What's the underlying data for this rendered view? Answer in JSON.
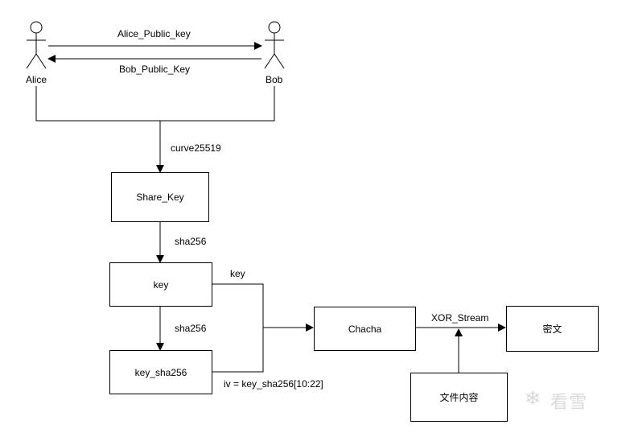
{
  "actors": {
    "alice": "Alice",
    "bob": "Bob"
  },
  "edges": {
    "alice_public_key": "Alice_Public_key",
    "bob_public_key": "Bob_Public_Key",
    "curve": "curve25519",
    "sha256_first": "sha256",
    "sha256_second": "sha256",
    "key_to_chacha": "key",
    "iv": "iv = key_sha256[10:22]",
    "xor_stream": "XOR_Stream"
  },
  "nodes": {
    "share_key": "Share_Key",
    "key": "key",
    "key_sha256": "key_sha256",
    "chacha": "Chacha",
    "ciphertext": "密文",
    "file_content": "文件内容"
  },
  "watermark": {
    "text": "看雪",
    "icon": "snowflake-icon"
  }
}
